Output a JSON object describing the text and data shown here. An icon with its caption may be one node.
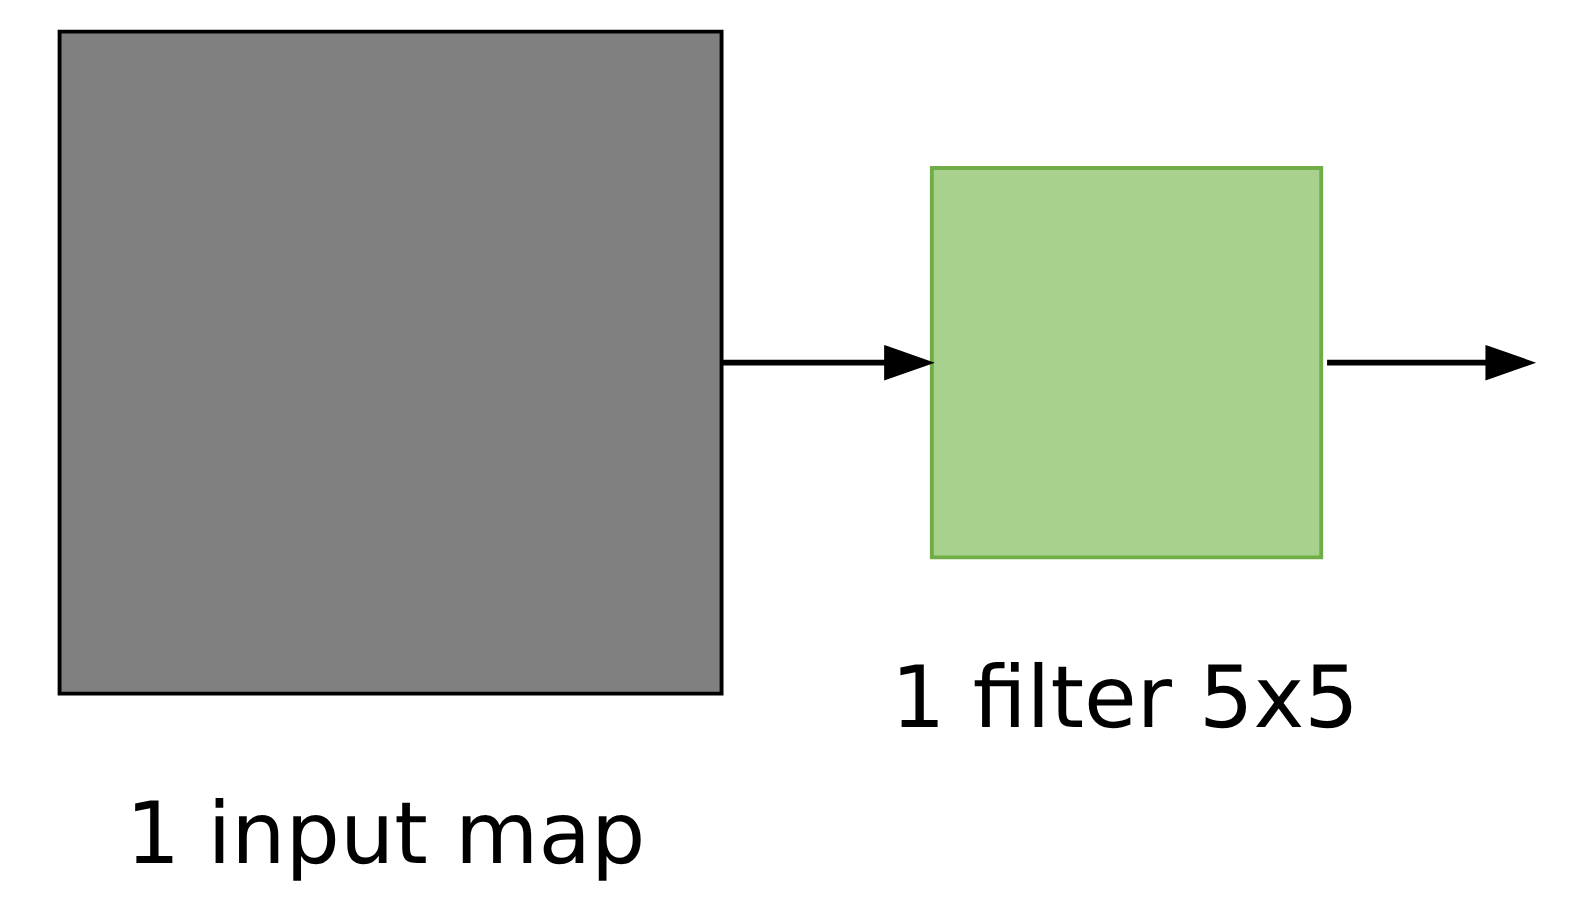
{
  "diagram": {
    "nodes": [
      {
        "text": [],
        "shape": "box",
        "beside": [
          "1 input map"
        ]
      },
      {
        "text": [],
        "shape": "box",
        "beside": [
          "1 filter 5x5"
        ]
      }
    ],
    "edges": [
      {
        "from": 0,
        "to": 1,
        "arrow": "to"
      },
      {
        "from": 1,
        "to": null,
        "arrow": "to"
      }
    ]
  }
}
